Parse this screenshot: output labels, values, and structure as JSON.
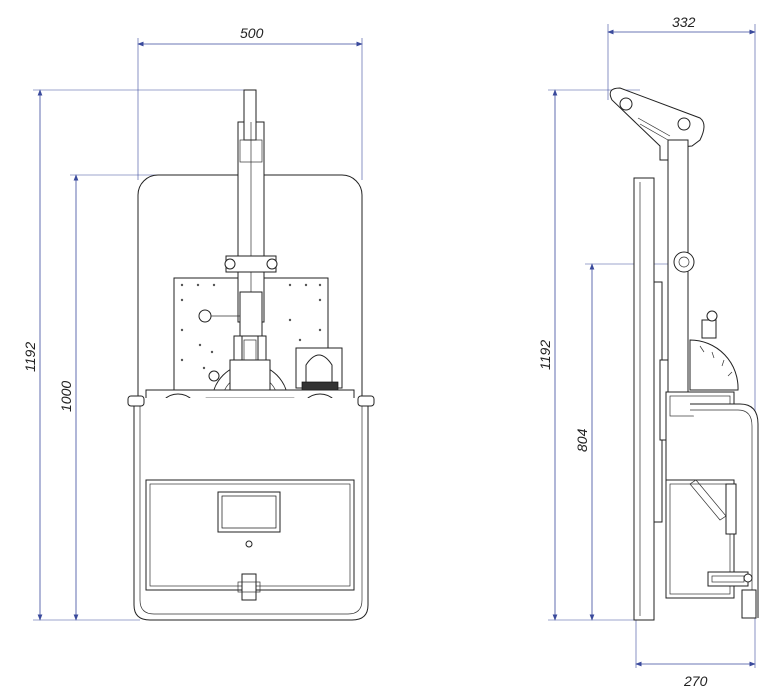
{
  "drawing": {
    "front_view": {
      "width_label": "500",
      "total_height_label": "1192",
      "plate_height_label": "1000"
    },
    "side_view": {
      "top_width_label": "332",
      "total_height_label": "1192",
      "lower_height_label": "804",
      "bottom_width_label": "270"
    },
    "colors": {
      "dimension": "#3a4a9c",
      "outline": "#222222"
    }
  }
}
